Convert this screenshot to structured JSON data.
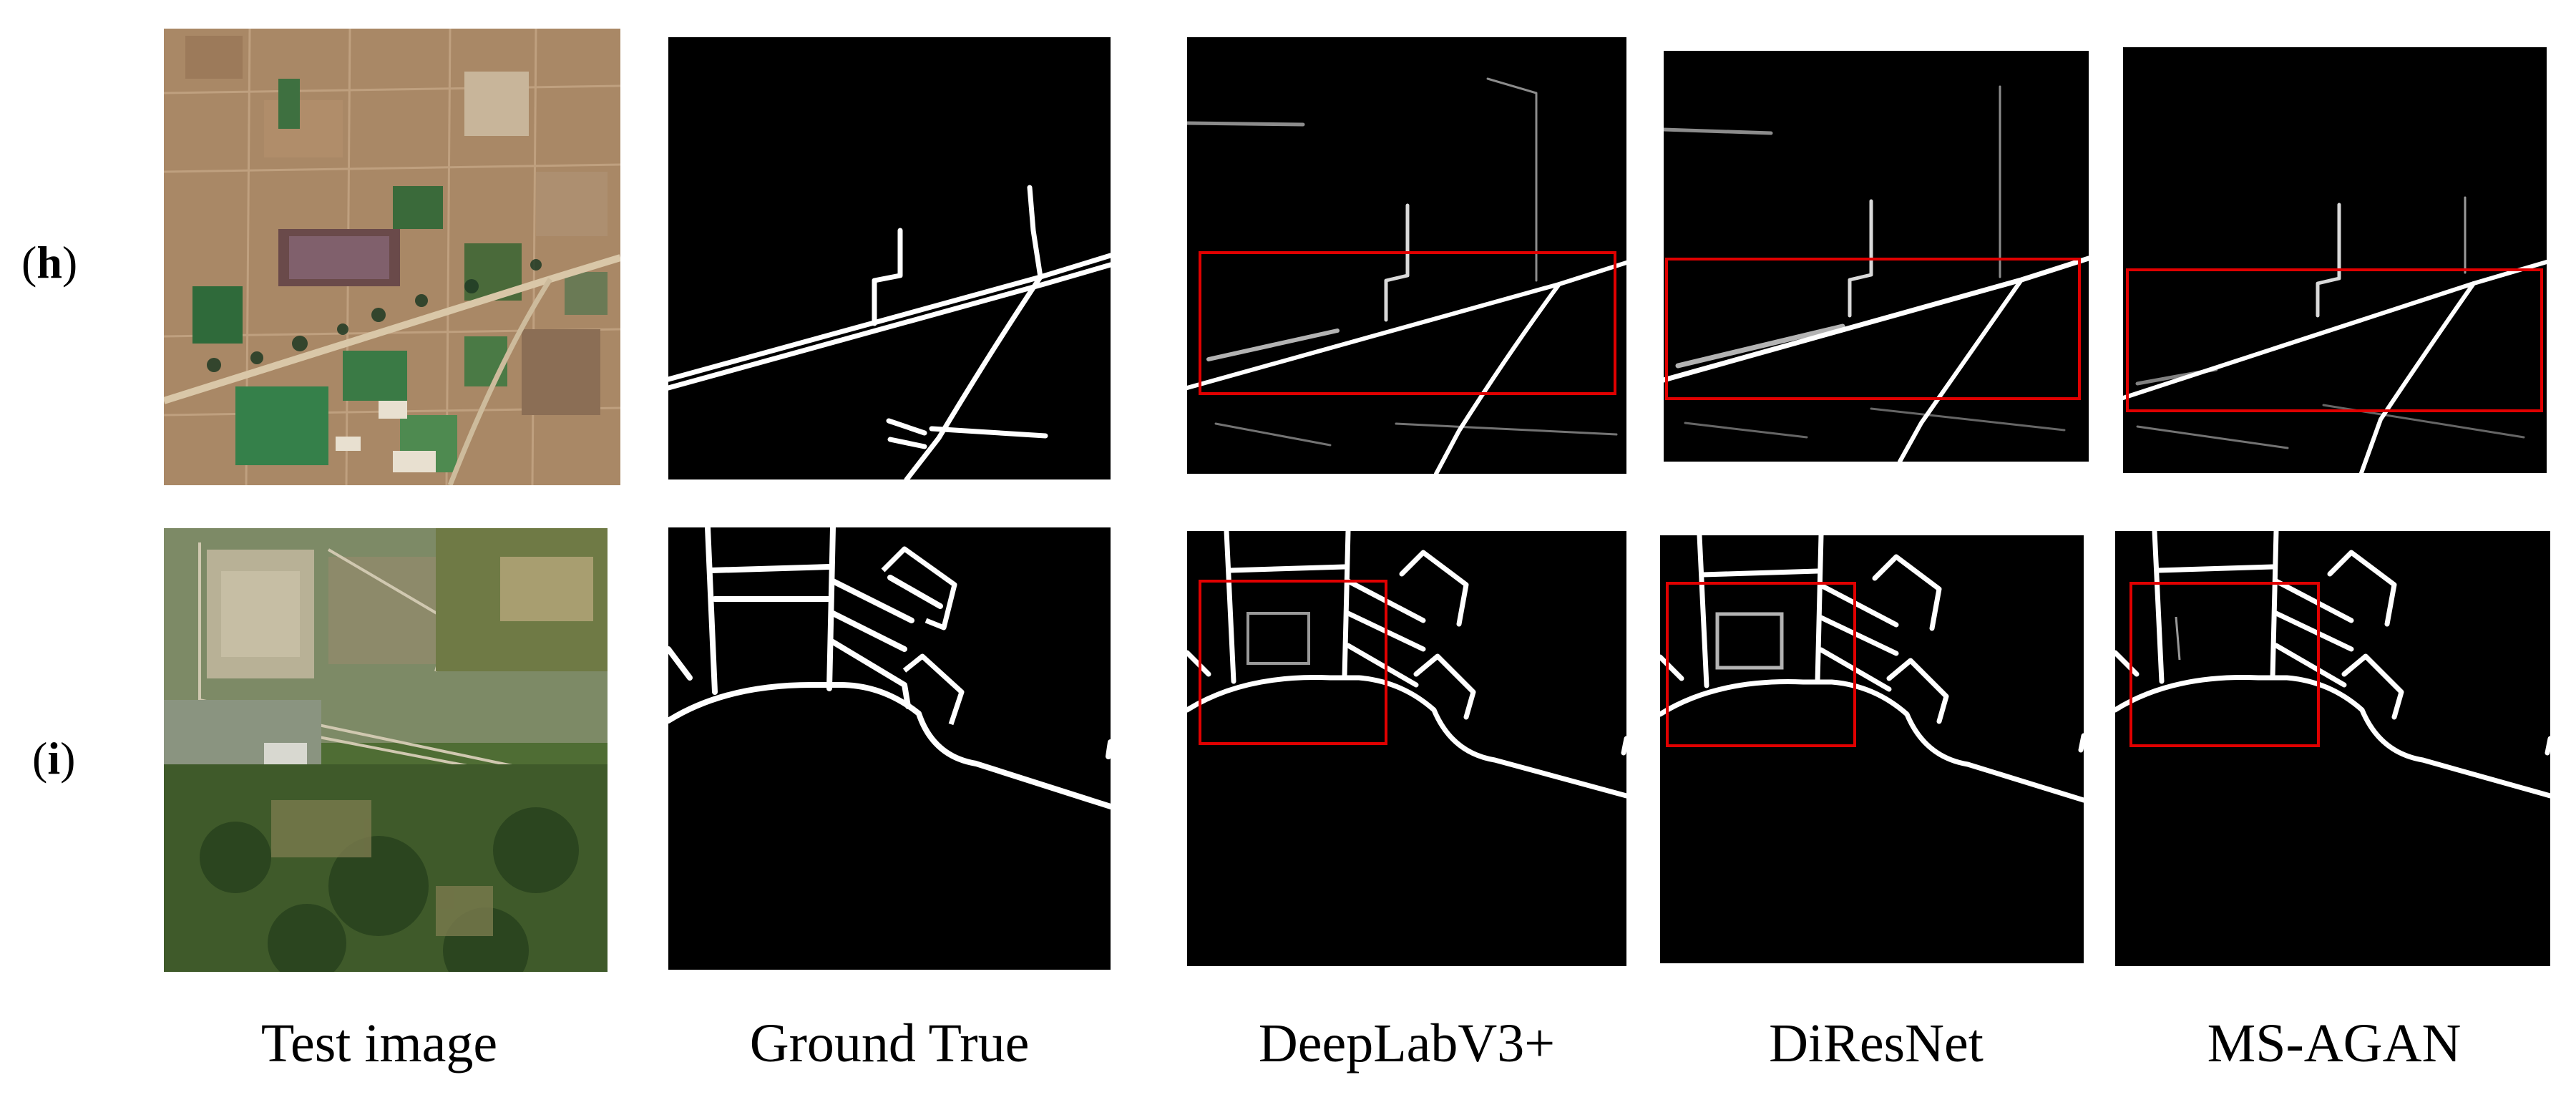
{
  "rows": [
    {
      "label_open": "(",
      "label_letter": "h",
      "label_close": ")"
    },
    {
      "label_open": "(",
      "label_letter": "i",
      "label_close": ")"
    }
  ],
  "columns": [
    "Test image",
    "Ground True",
    "DeepLabV3+",
    "DiResNet",
    "MS-AGAN"
  ],
  "colors": {
    "background": "#ffffff",
    "mask_background": "#000000",
    "road": "#ffffff",
    "highlight_box": "#e00000"
  }
}
